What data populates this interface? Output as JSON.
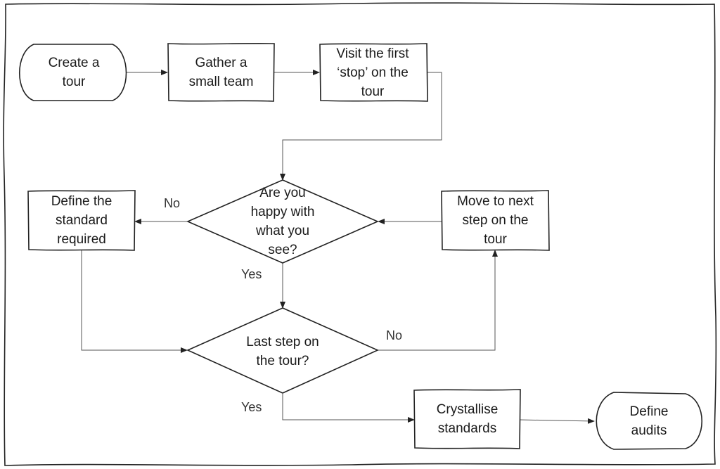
{
  "nodes": {
    "create_tour": "Create a\ntour",
    "gather_team": "Gather a\nsmall team",
    "visit_first": "Visit the first\n‘stop’ on the\ntour",
    "happy": "Are you\nhappy with\nwhat you\nsee?",
    "define_standard": "Define the\nstandard\nrequired",
    "move_next": "Move to next\nstep on the\ntour",
    "last_step": "Last step on\nthe tour?",
    "crystallise": "Crystallise\nstandards",
    "define_audits": "Define\naudits"
  },
  "edges": {
    "happy_no": "No",
    "happy_yes": "Yes",
    "last_no": "No",
    "last_yes": "Yes"
  }
}
